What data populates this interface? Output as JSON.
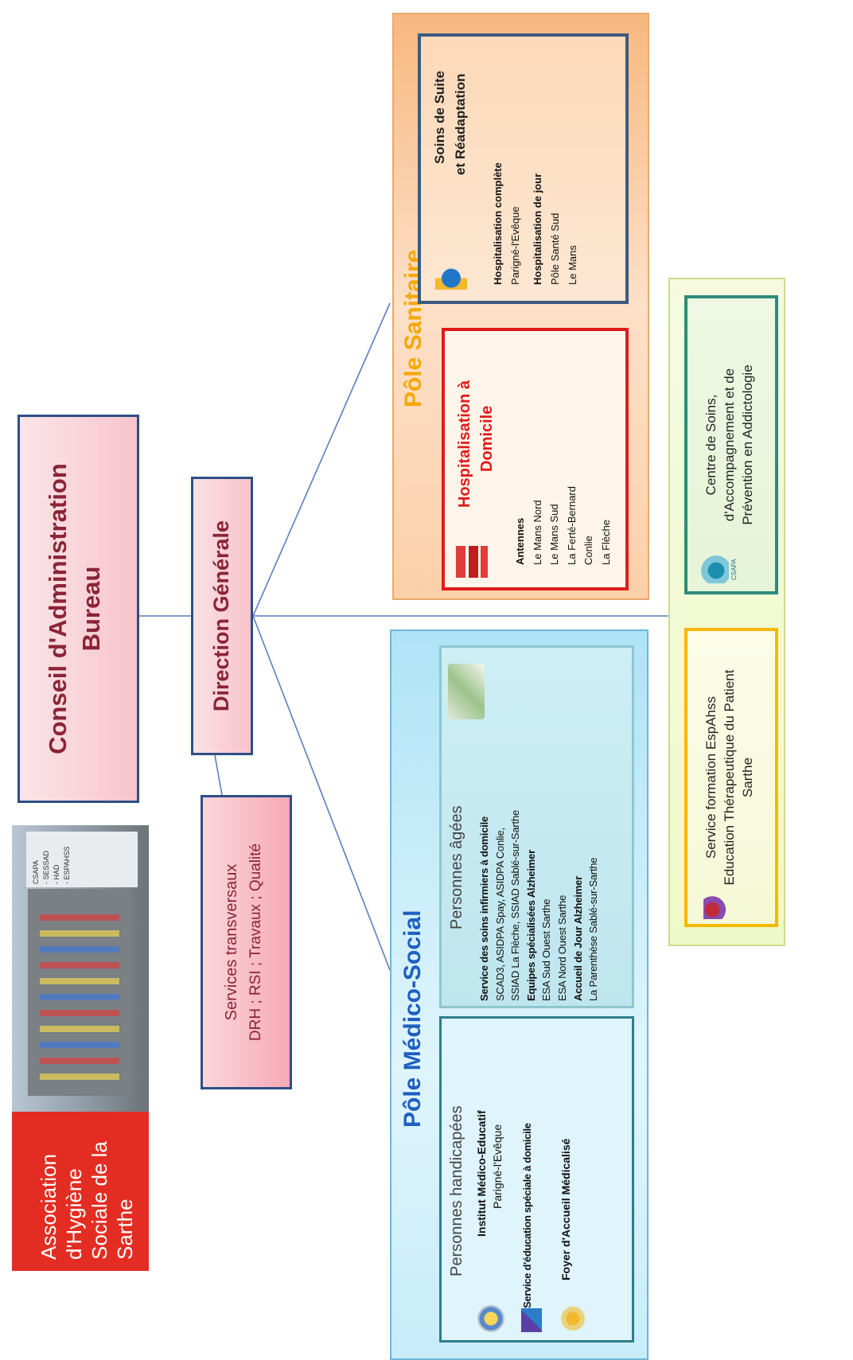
{
  "association": {
    "name": "Association d'Hygiène Sociale de la Sarthe",
    "photo_sign": [
      "CSAPA",
      "- SESSAD",
      "- HAD",
      "- ESPAHSS"
    ]
  },
  "conseil": {
    "line1": "Conseil d'Administration",
    "line2": "Bureau"
  },
  "direction": {
    "label": "Direction Générale"
  },
  "transversal": {
    "title": "Services transversaux",
    "items": "DRH ; RSI ; Travaux ; Qualité"
  },
  "medico_social": {
    "title": "Pôle Médico-Social",
    "handicap": {
      "title": "Personnes handicapées",
      "ime_line1": "Institut Médico-Educatif",
      "ime_line2": "Parigné-l'Evêque",
      "sessad": "Service d'éducation spéciale à domicile",
      "fam": "Foyer d'Accueil Médicalisé"
    },
    "ages": {
      "title": "Personnes âgées",
      "lines": [
        "Service des soins infirmiers à domicile",
        "SCAD3, ASIDPA Spay, ASIDPA Conlie,",
        "SSIAD La Flèche, SSIAD Sablé-sur-Sarthe",
        "Equipes spécialisées Alzheimer",
        "ESA Sud Ouest Sarthe",
        "ESA Nord Ouest Sarthe",
        "Accueil de Jour Alzheimer",
        "La Parenthèse Sablé-sur-Sarthe"
      ]
    }
  },
  "sanitaire": {
    "title": "Pôle Sanitaire",
    "had": {
      "title_line1": "Hospitalisation à",
      "title_line2": "Domicile",
      "lines": [
        "Antennes",
        "Le Mans Nord",
        "Le Mans Sud",
        "La Ferté-Bernard",
        "Conlie",
        "La Flèche"
      ]
    },
    "ssr": {
      "title_line1": "Soins de Suite",
      "title_line2": "et Réadaptation",
      "lines": [
        "Hospitalisation complète",
        "Parigné-l'Evêque",
        "Hospitalisation de jour",
        "Pôle Santé Sud",
        "Le Mans"
      ]
    }
  },
  "csapa": {
    "logo_text": "CSAPA",
    "line1": "Centre de Soins,",
    "line2": "d'Accompagnement et de",
    "line3": "Prévention en Addictologie"
  },
  "formation": {
    "line1": "Service formation EspAhss",
    "line2": "Education Thérapeutique du Patient",
    "line3": "Sarthe"
  },
  "colors": {
    "blue": "#1f5fbf",
    "red": "#e01b1b",
    "orange": "#f5a800",
    "teal": "#2e8b7a",
    "slate": "#3d5a80"
  }
}
